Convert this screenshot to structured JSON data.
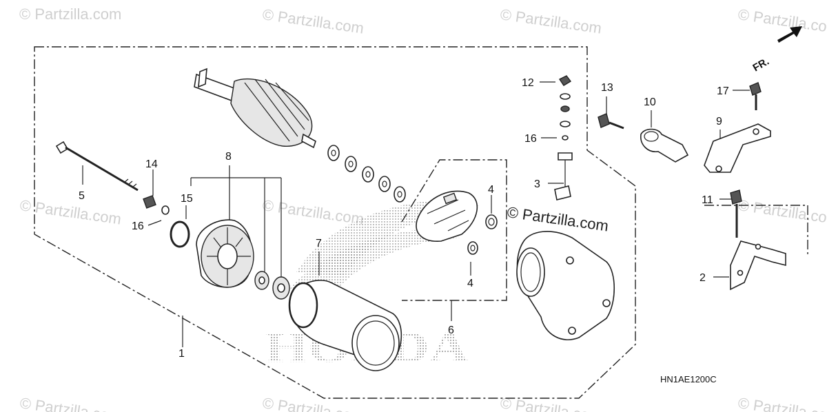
{
  "watermark": {
    "symbol": "©",
    "text": "Partzilla.com",
    "center_text": "© Partzilla.com"
  },
  "diagram": {
    "code": "HN1AE1200C",
    "direction_label": "FR.",
    "brand_mark": "HONDA"
  },
  "callouts": {
    "c1": "1",
    "c2": "2",
    "c3": "3",
    "c4a": "4",
    "c4b": "4",
    "c5": "5",
    "c6": "6",
    "c7": "7",
    "c8": "8",
    "c9": "9",
    "c10": "10",
    "c11": "11",
    "c12": "12",
    "c13": "13",
    "c14": "14",
    "c15": "15",
    "c16a": "16",
    "c16b": "16",
    "c17": "17"
  },
  "colors": {
    "line": "#222222",
    "watermark": "#cfcfcf",
    "background": "#ffffff"
  }
}
